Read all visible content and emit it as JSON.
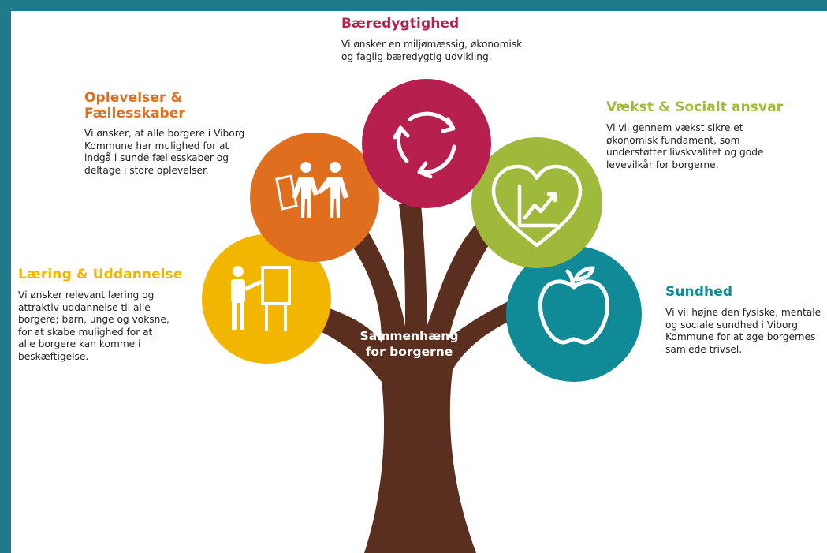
{
  "center": {
    "line1": "Sammenhæng",
    "line2": "for borgerne"
  },
  "sections": {
    "baeredygtighed": {
      "title": "Bæredygtighed",
      "lines": [
        "Vi ønsker en miljømæssig, økonomisk",
        "og faglig bæredygtig udvikling."
      ],
      "color": "#b71f4f",
      "icon": "recycle-arrows-icon"
    },
    "oplevelser": {
      "title_lines": [
        "Oplevelser &",
        "Fællesskaber"
      ],
      "lines": [
        "Vi ønsker, at alle borgere i Viborg",
        "Kommune har mulighed for at",
        "indgå i sunde fællesskaber og",
        "deltage i store oplevelser."
      ],
      "color": "#e06e1f",
      "icon": "people-ticket-icon"
    },
    "vaekst": {
      "title": "Vækst & Socialt ansvar",
      "lines": [
        "Vi vil gennem vækst sikre et",
        "økonomisk fundament, som",
        "understøtter livskvalitet og gode",
        "levevilkår for borgerne."
      ],
      "color": "#9fb93b",
      "icon": "heart-growth-chart-icon"
    },
    "laering": {
      "title": "Læring & Uddannelse",
      "lines": [
        "Vi ønsker relevant læring og",
        "attraktiv uddannelse til alle",
        "borgere; børn, unge og voksne,",
        "for at skabe mulighed for at",
        "alle borgere kan komme i",
        "beskæftigelse."
      ],
      "color": "#f2b600",
      "icon": "teacher-board-icon"
    },
    "sundhed": {
      "title": "Sundhed",
      "lines": [
        "Vi vil højne den fysiske, mentale",
        "og sociale sundhed i Viborg",
        "Kommune for at øge borgernes",
        "samlede trivsel."
      ],
      "color": "#0f8a96",
      "icon": "apple-icon"
    }
  },
  "colors": {
    "frame": "#1e7b8a",
    "trunk": "#5b2f1f"
  }
}
